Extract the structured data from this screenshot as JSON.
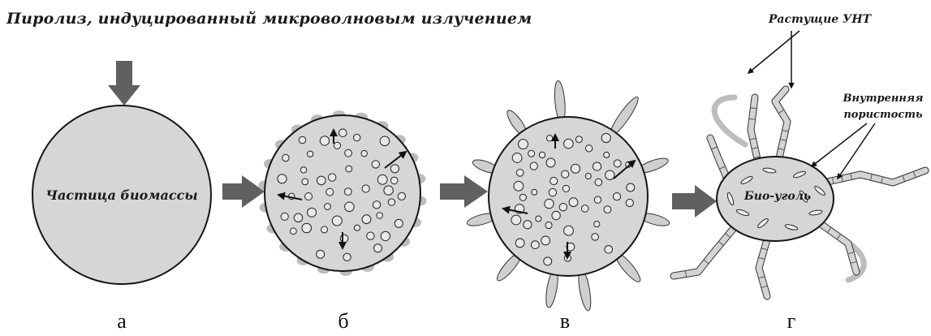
{
  "title": "Пиролиз, индуцированный микроволновым излучением",
  "panels": {
    "a": {
      "label": "а",
      "text": "Частица биомассы"
    },
    "b": {
      "label": "б"
    },
    "v": {
      "label": "в"
    },
    "g": {
      "label": "г",
      "text": "Био-уголь"
    }
  },
  "annotations": {
    "growing_cnt": "Растущие УНТ",
    "internal_porosity_line1": "Внутренняя",
    "internal_porosity_line2": "пористость"
  },
  "colors": {
    "particle_fill": "#d6d6d6",
    "outline": "#151515",
    "arrow_fill": "#606060",
    "bump_fill": "#bcbcbc",
    "cnt_fill": "#cfcfcf"
  }
}
